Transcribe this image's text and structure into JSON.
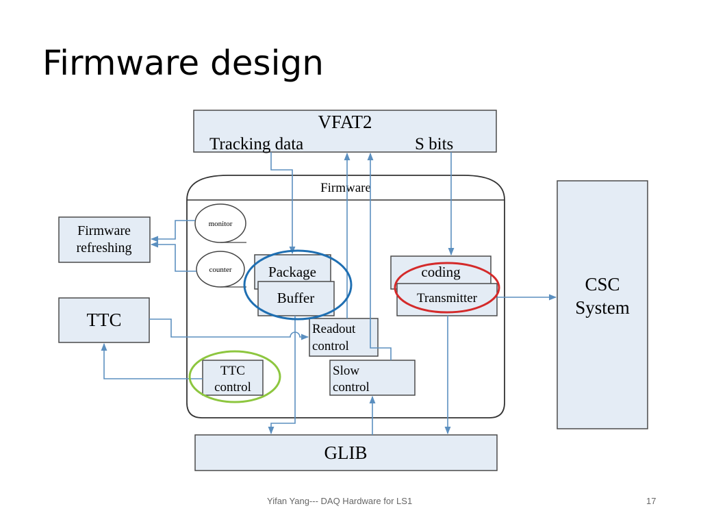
{
  "slide": {
    "title": "Firmware design",
    "footer": "Yifan Yang--- DAQ Hardware for LS1",
    "page_number": "17"
  },
  "diagram": {
    "vfat2": {
      "title": "VFAT2",
      "tracking_data": "Tracking data",
      "s_bits": "S bits"
    },
    "firmware_label": "Firmware",
    "monitor": "monitor",
    "counter": "counter",
    "firmware_refreshing": [
      "Firmware",
      "refreshing"
    ],
    "package": "Package",
    "buffer": "Buffer",
    "coding": "coding",
    "transmitter": "Transmitter",
    "ttc": "TTC",
    "readout_control": [
      "Readout",
      "control"
    ],
    "ttc_control": [
      "TTC",
      "control"
    ],
    "slow_control": [
      "Slow",
      "control"
    ],
    "csc_system": [
      "CSC",
      "System"
    ],
    "glib": "GLIB",
    "colors": {
      "box_fill": "#e4ecf5",
      "wire": "#5b8fbf",
      "highlight_blue": "#1f6fb2",
      "highlight_red": "#d42a2a",
      "highlight_green": "#8dc63f"
    }
  }
}
